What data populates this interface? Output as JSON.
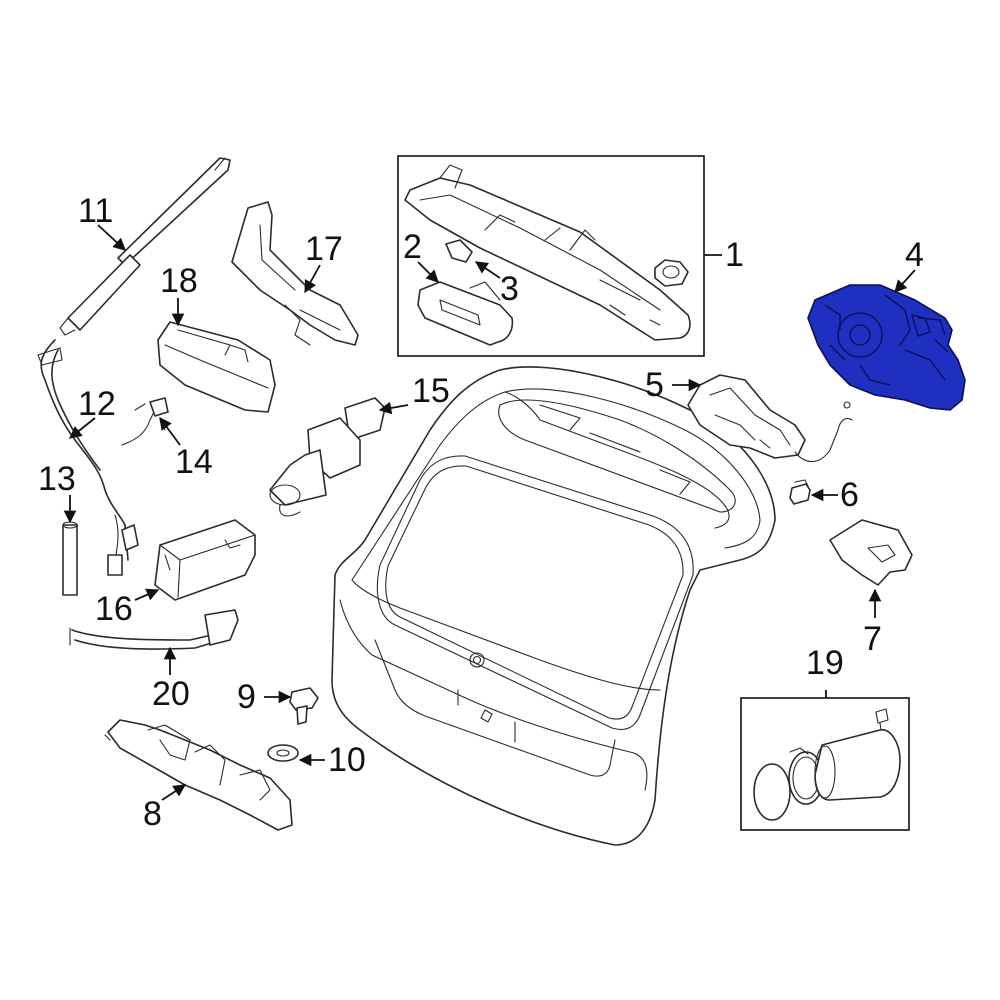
{
  "diagram": {
    "highlight_color": "#1f2fbf",
    "callouts": [
      {
        "id": "1",
        "text": "1"
      },
      {
        "id": "2",
        "text": "2"
      },
      {
        "id": "3",
        "text": "3"
      },
      {
        "id": "4",
        "text": "4"
      },
      {
        "id": "5",
        "text": "5"
      },
      {
        "id": "6",
        "text": "6"
      },
      {
        "id": "7",
        "text": "7"
      },
      {
        "id": "8",
        "text": "8"
      },
      {
        "id": "9",
        "text": "9"
      },
      {
        "id": "10",
        "text": "10"
      },
      {
        "id": "11",
        "text": "11"
      },
      {
        "id": "12",
        "text": "12"
      },
      {
        "id": "13",
        "text": "13"
      },
      {
        "id": "14",
        "text": "14"
      },
      {
        "id": "15",
        "text": "15"
      },
      {
        "id": "16",
        "text": "16"
      },
      {
        "id": "17",
        "text": "17"
      },
      {
        "id": "18",
        "text": "18"
      },
      {
        "id": "19",
        "text": "19"
      },
      {
        "id": "20",
        "text": "20"
      }
    ]
  }
}
